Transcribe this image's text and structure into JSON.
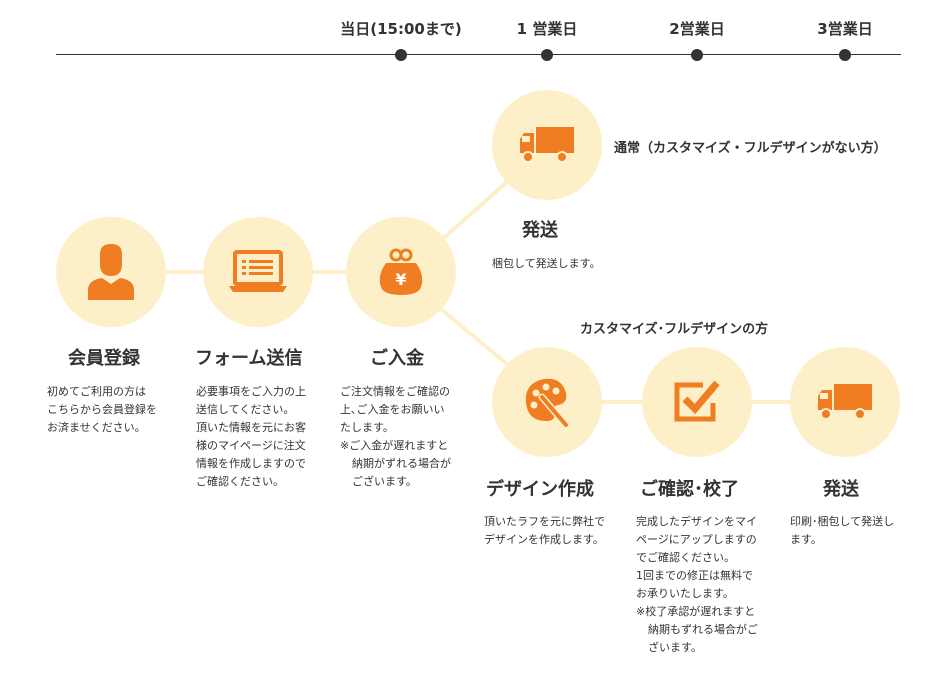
{
  "timeline": {
    "days": [
      "当日(15:00まで)",
      "1 営業日",
      "2営業日",
      "3営業日"
    ]
  },
  "steps": {
    "register": {
      "title": "会員登録",
      "desc": [
        "初めてご利用の方は",
        "こちらから会員登録を",
        "お済ませください。"
      ]
    },
    "form": {
      "title": "フォーム送信",
      "desc": [
        "必要事項をご入力の上",
        "送信してください。",
        "頂いた情報を元にお客",
        "様のマイページに注文",
        "情報を作成しますので",
        "ご確認ください。"
      ]
    },
    "payment": {
      "title": "ご入金",
      "desc": [
        "ご注文情報をご確認の",
        "上､ご入金をお願いい",
        "たします。"
      ],
      "note": [
        "※ご入金が遅れますと",
        "納期がずれる場合が",
        "ございます。"
      ]
    },
    "ship_normal": {
      "title": "発送",
      "desc": [
        "梱包して発送します。"
      ]
    },
    "design": {
      "title": "デザイン作成",
      "desc": [
        "頂いたラフを元に弊社で",
        "デザインを作成します。"
      ]
    },
    "proof": {
      "title": "ご確認･校了",
      "desc": [
        "完成したデザインをマイ",
        "ページにアップしますの",
        "でご確認ください。",
        "1回までの修正は無料で",
        "お承りいたします。"
      ],
      "note": [
        "※校了承認が遅れますと",
        "納期もずれる場合がご",
        "ざいます。"
      ]
    },
    "ship_custom": {
      "title": "発送",
      "desc": [
        "印刷･梱包して発送し",
        "ます。"
      ]
    }
  },
  "routes": {
    "normal": "通常（カスタマイズ・フルデザインがない方）",
    "custom": "カスタマイズ･フルデザインの方"
  },
  "colors": {
    "circle_bg": "#fdf0c8",
    "icon": "#f07d21",
    "text": "#333333"
  },
  "icons": [
    "person-icon",
    "laptop-form-icon",
    "coin-purse-icon",
    "truck-icon",
    "palette-brush-icon",
    "checkbox-icon",
    "truck-icon"
  ]
}
